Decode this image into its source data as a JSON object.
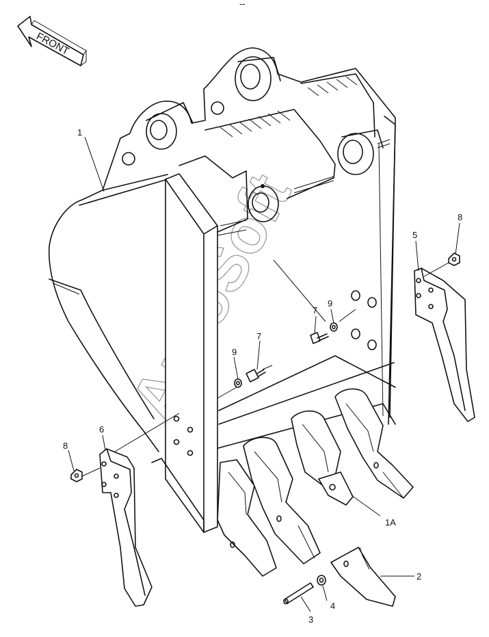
{
  "direction_label": "FRONT",
  "watermark": "AutoSoft",
  "top_mark": "--",
  "callouts": {
    "c1": "1",
    "c1A": "1A",
    "c2": "2",
    "c3": "3",
    "c4": "4",
    "c5": "5",
    "c6": "6",
    "c7a": "7",
    "c7b": "7",
    "c8a": "8",
    "c8b": "8",
    "c9a": "9",
    "c9b": "9"
  }
}
